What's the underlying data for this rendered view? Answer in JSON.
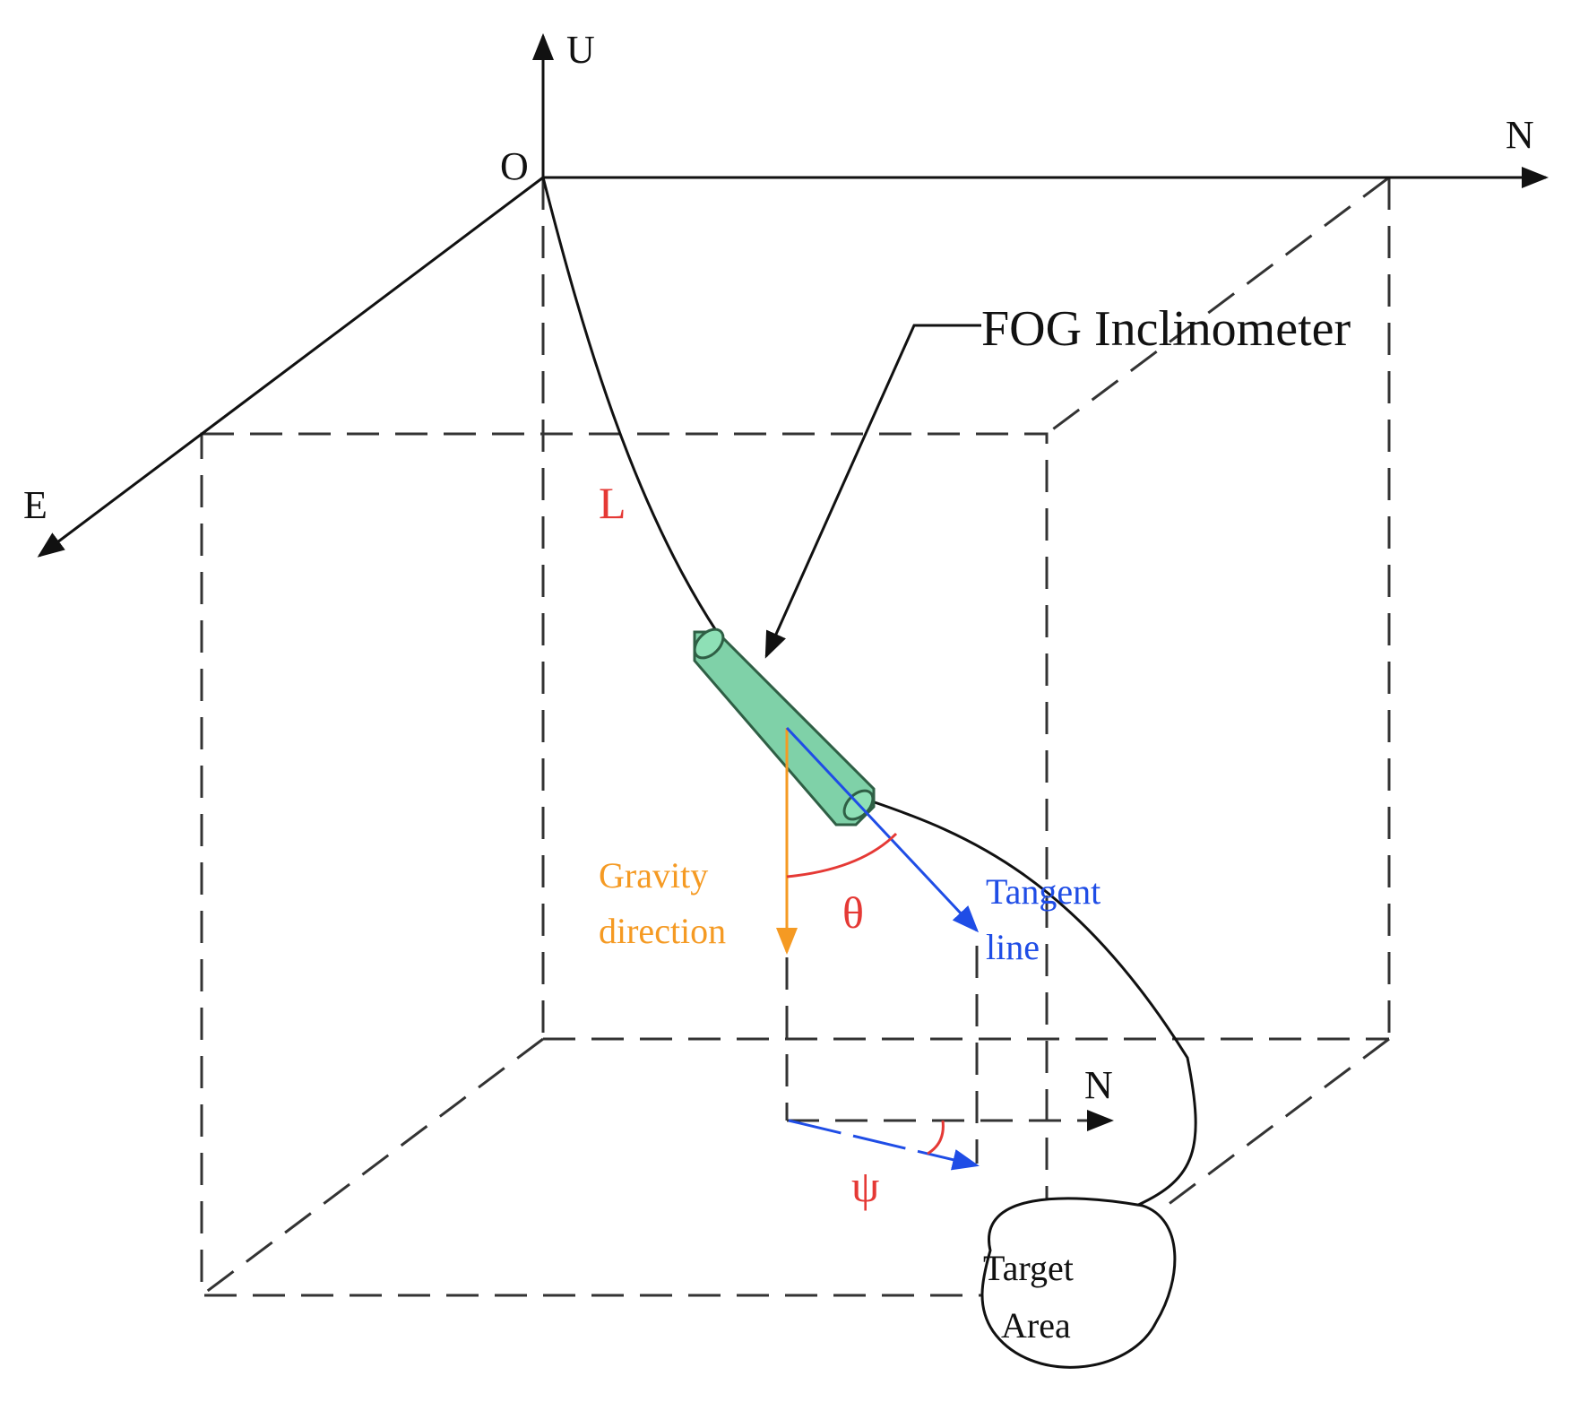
{
  "labels": {
    "axis_u": "U",
    "axis_n_top": "N",
    "axis_e": "E",
    "origin": "O",
    "axis_n_bottom": "N",
    "instrument": "FOG Inclinometer",
    "length_symbol": "L",
    "gravity_line1": "Gravity",
    "gravity_line2": "direction",
    "inclination_symbol": "θ",
    "tangent_line1": "Tangent",
    "tangent_line2": "line",
    "azimuth_symbol": "ψ",
    "target_line1": "Target",
    "target_line2": "Area"
  },
  "colors": {
    "line": "#111111",
    "dashed": "#333333",
    "angle": "#e53935",
    "gravity": "#f59a23",
    "tangent": "#1f4de6",
    "inclinometer_fill": "#7fd1a8",
    "inclinometer_stroke": "#2f5f45"
  }
}
